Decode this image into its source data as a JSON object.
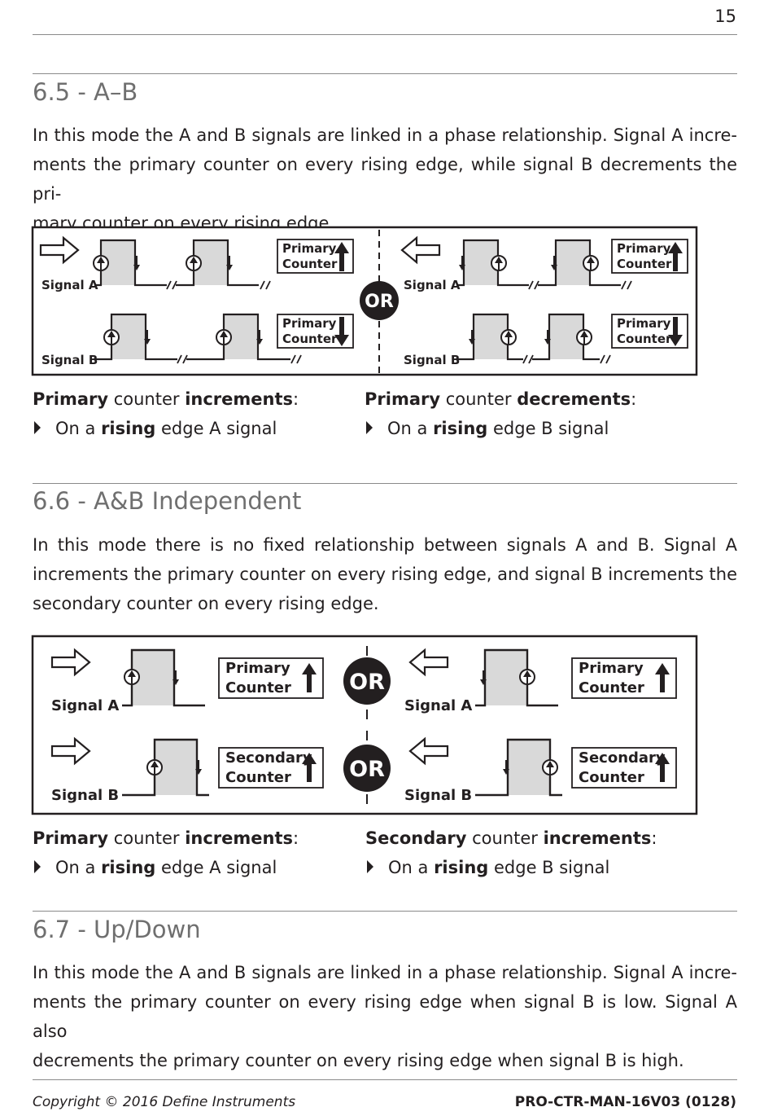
{
  "page_number": "15",
  "sections": [
    {
      "title": "6.5 - A–B",
      "body_lines": [
        "In this mode the A and B signals are linked in a phase relationship. Signal A incre-",
        "ments the primary counter on every rising edge, while signal B decrements the pri-",
        "mary counter on every rising edge."
      ],
      "diagram": {
        "or_label": "OR",
        "signal_a": "Signal A",
        "signal_b": "Signal B",
        "counter_top_line1": "Primary",
        "counter_top_line2": "Counter",
        "counter_bottom_line1": "Primary",
        "counter_bottom_line2": "Counter"
      },
      "left_caption": {
        "w1": "Primary",
        "w2": " counter ",
        "w3": "increments",
        "w4": ":"
      },
      "left_bullet": {
        "w1": "On a ",
        "w2": "rising",
        "w3": " edge A signal"
      },
      "right_caption": {
        "w1": "Primary",
        "w2": " counter ",
        "w3": "decrements",
        "w4": ":"
      },
      "right_bullet": {
        "w1": "On a ",
        "w2": "rising",
        "w3": " edge B signal"
      }
    },
    {
      "title": "6.6 -  A&B Independent",
      "body_lines": [
        "In this mode there is no fixed relationship between signals A and B. Signal A",
        "increments the primary counter on every rising edge, and signal B increments the",
        "secondary counter on every rising edge."
      ],
      "diagram": {
        "or_label": "OR",
        "signal_a": "Signal A",
        "signal_b": "Signal B",
        "counter_top_line1": "Primary",
        "counter_top_line2": "Counter",
        "counter_bottom_line1": "Secondary",
        "counter_bottom_line2": "Counter"
      },
      "left_caption": {
        "w1": "Primary",
        "w2": " counter ",
        "w3": "increments",
        "w4": ":"
      },
      "left_bullet": {
        "w1": "On a ",
        "w2": "rising",
        "w3": " edge A signal"
      },
      "right_caption": {
        "w1": "Secondary",
        "w2": " counter ",
        "w3": "increments",
        "w4": ":"
      },
      "right_bullet": {
        "w1": "On a ",
        "w2": "rising",
        "w3": " edge B signal"
      }
    },
    {
      "title": "6.7 - Up/Down",
      "body_lines": [
        "In this mode the A and B signals are linked in a phase relationship. Signal A incre-",
        "ments the primary counter on every rising edge when signal B is low. Signal A also",
        "decrements the primary counter on every rising edge when signal B is high."
      ]
    }
  ],
  "footer": {
    "copyright": "Copyright © 2016 Define Instruments",
    "doc_code": "PRO-CTR-MAN-16V03 (0128)"
  }
}
